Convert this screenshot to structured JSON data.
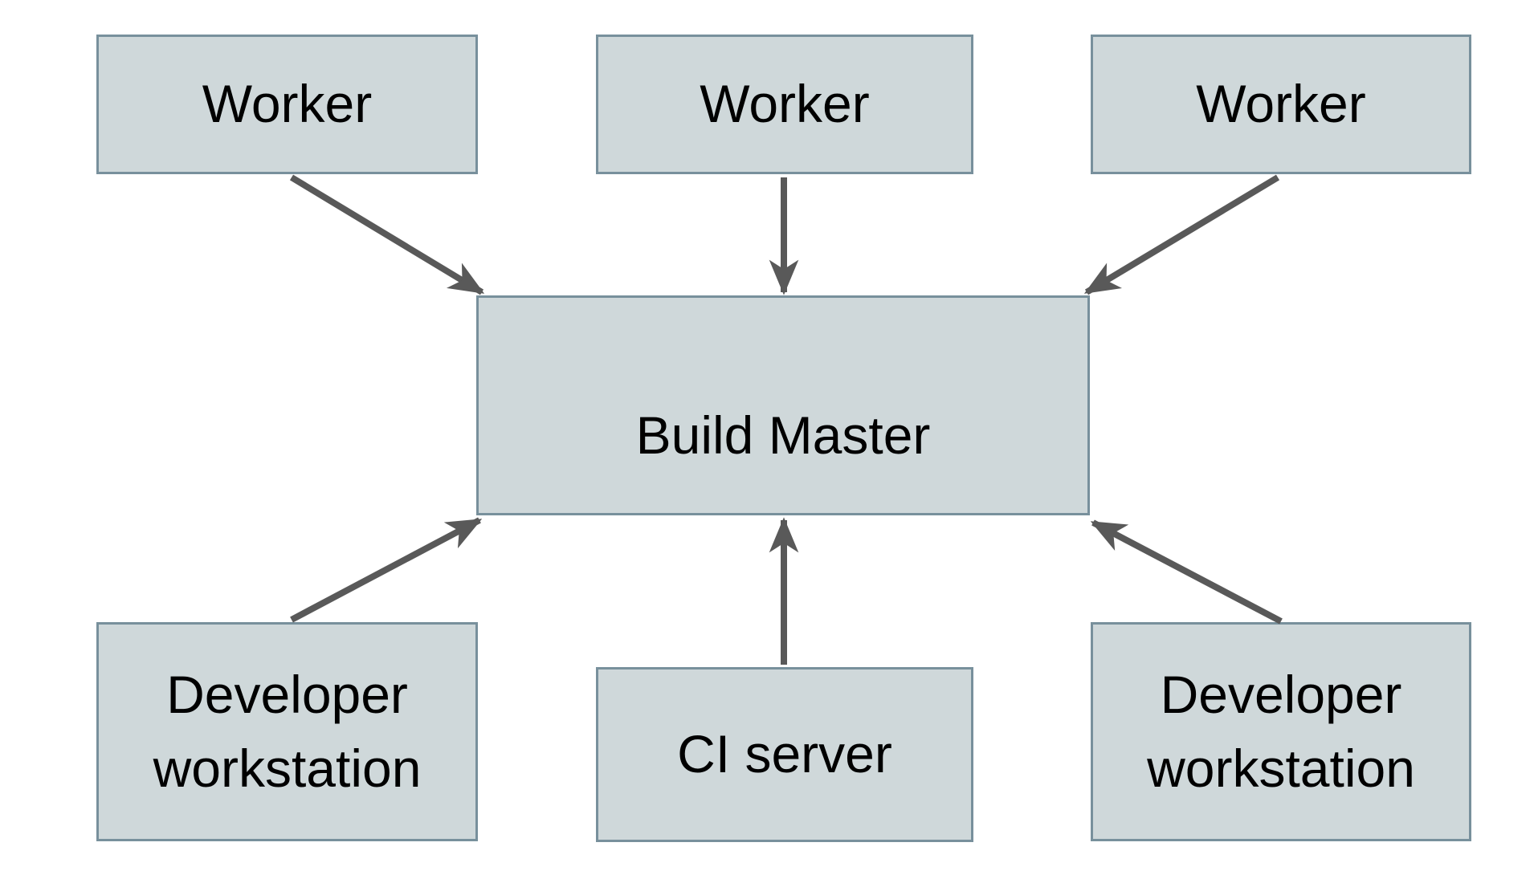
{
  "colors": {
    "node_fill": "#cfd8da",
    "node_border": "#78909c",
    "arrow": "#595959",
    "text": "#000000",
    "background": "#ffffff"
  },
  "nodes": {
    "worker1": {
      "label": "Worker"
    },
    "worker2": {
      "label": "Worker"
    },
    "worker3": {
      "label": "Worker"
    },
    "buildMaster": {
      "label": "Build Master"
    },
    "devLeft": {
      "label": "Developer workstation"
    },
    "ciServer": {
      "label": "CI server"
    },
    "devRight": {
      "label": "Developer workstation"
    }
  },
  "edges": [
    {
      "from": "worker1",
      "to": "buildMaster",
      "direction": "down-right"
    },
    {
      "from": "worker2",
      "to": "buildMaster",
      "direction": "down"
    },
    {
      "from": "worker3",
      "to": "buildMaster",
      "direction": "down-left"
    },
    {
      "from": "devLeft",
      "to": "buildMaster",
      "direction": "up-right"
    },
    {
      "from": "ciServer",
      "to": "buildMaster",
      "direction": "up"
    },
    {
      "from": "devRight",
      "to": "buildMaster",
      "direction": "up-left"
    }
  ]
}
